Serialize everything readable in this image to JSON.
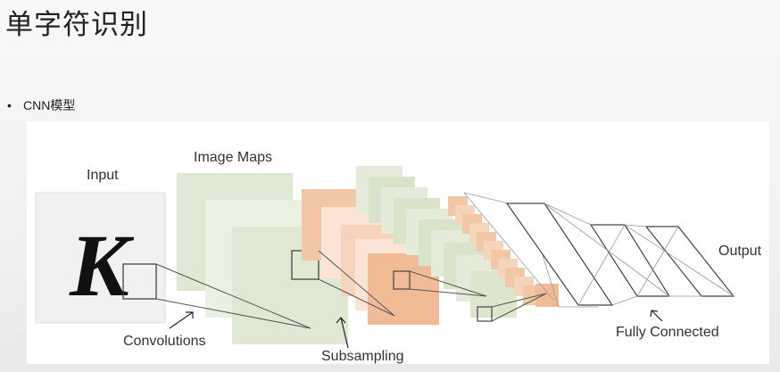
{
  "slide": {
    "title": "单字符识别",
    "bullet": "CNN模型"
  },
  "diagram": {
    "input_label": "Input",
    "input_glyph": "K",
    "image_maps_label": "Image Maps",
    "convolutions_label": "Convolutions",
    "subsampling_label": "Subsampling",
    "fully_connected_label": "Fully Connected",
    "output_label": "Output"
  },
  "colors": {
    "green_map": "#dfe8d2",
    "light_green_map": "#eef2e6",
    "orange_map": "#f2c7a5",
    "light_orange_map": "#fbe4d6",
    "line": "#555555"
  }
}
